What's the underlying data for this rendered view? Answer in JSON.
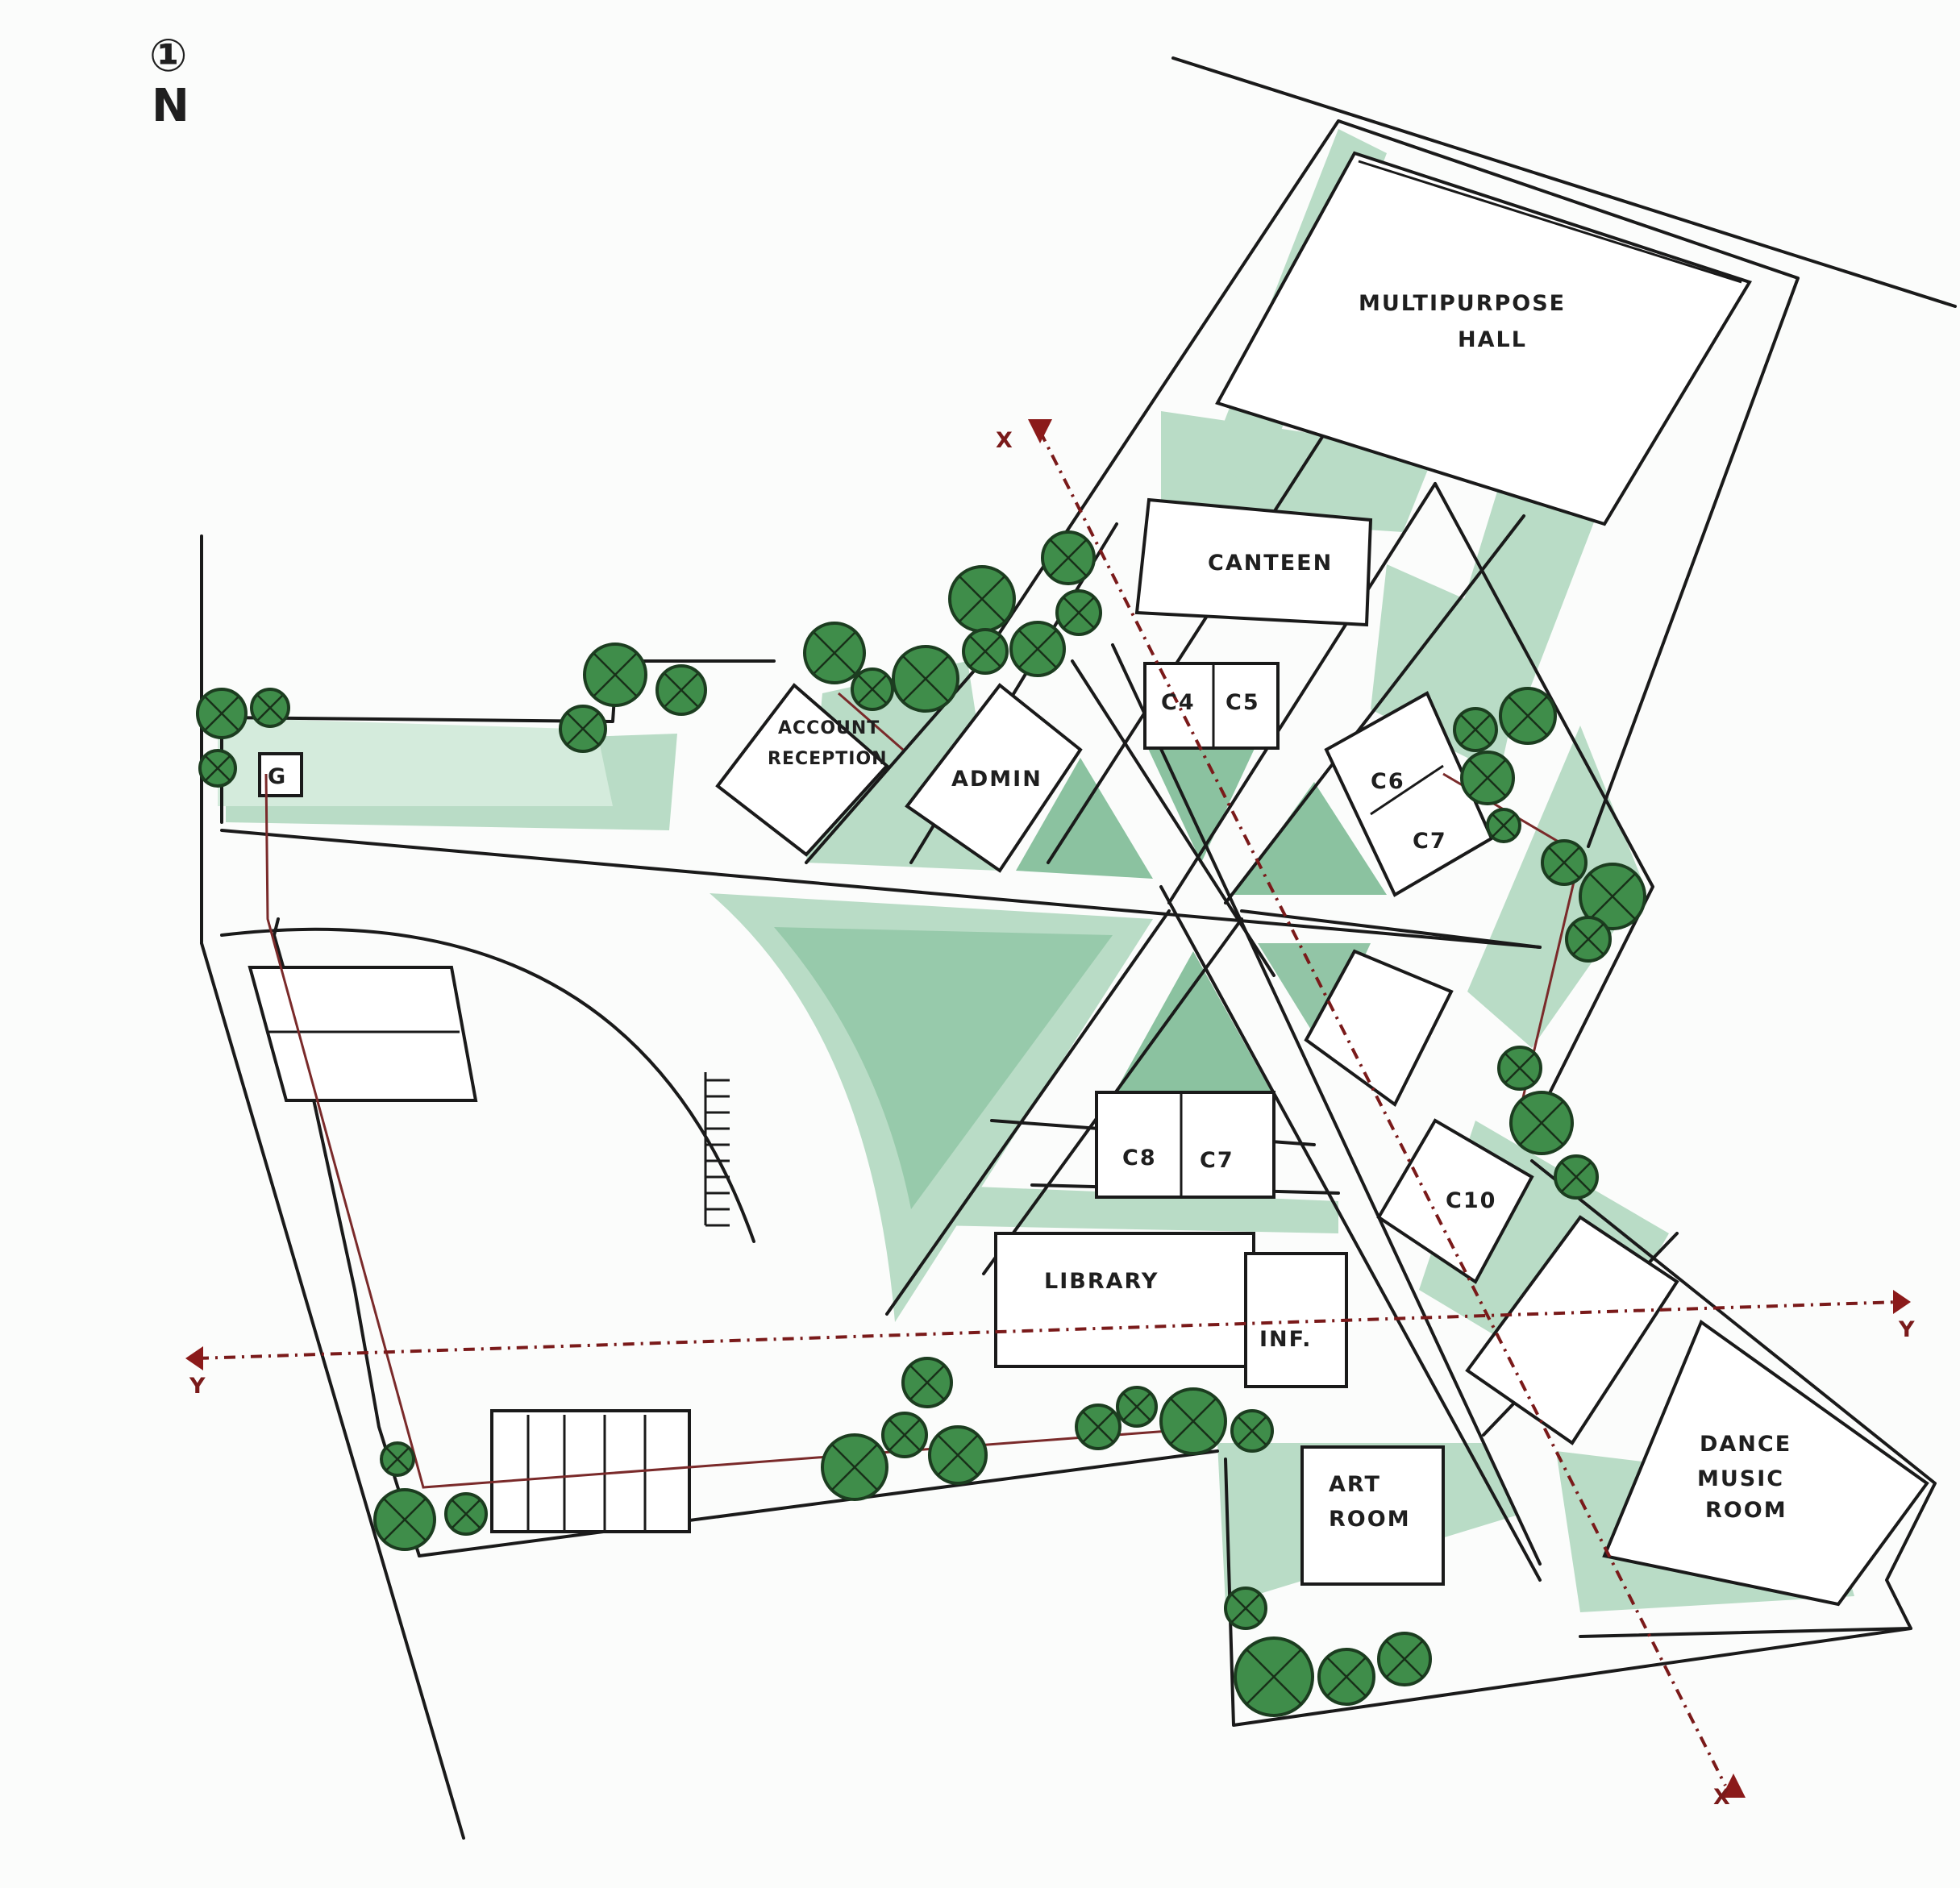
{
  "north": {
    "symbol": "①",
    "letter": "N"
  },
  "rooms": {
    "multipurpose_hall": [
      "MULTIPURPOSE",
      "HALL"
    ],
    "canteen": "CANTEEN",
    "c4": "C4",
    "c5": "C5",
    "c6": "C6",
    "c7_top": "C7",
    "account_reception": [
      "ACCOUNT",
      "RECEPTION"
    ],
    "admin": "ADMIN",
    "gate": "G",
    "c8": "C8",
    "c7_bottom": "C7",
    "library": "LIBRARY",
    "inf": "INF.",
    "c10": "C10",
    "art_room": [
      "ART",
      "ROOM"
    ],
    "dance_music_room": [
      "DANCE",
      "MUSIC",
      "ROOM"
    ]
  },
  "sections": {
    "x_top": "X",
    "x_bottom": "X",
    "y_left": "Y",
    "y_right": "Y"
  },
  "colors": {
    "landscape": "#b9dcc6",
    "court": "#6fb389",
    "tree": "#3f8d4a",
    "section_line": "#7a1a1a"
  }
}
